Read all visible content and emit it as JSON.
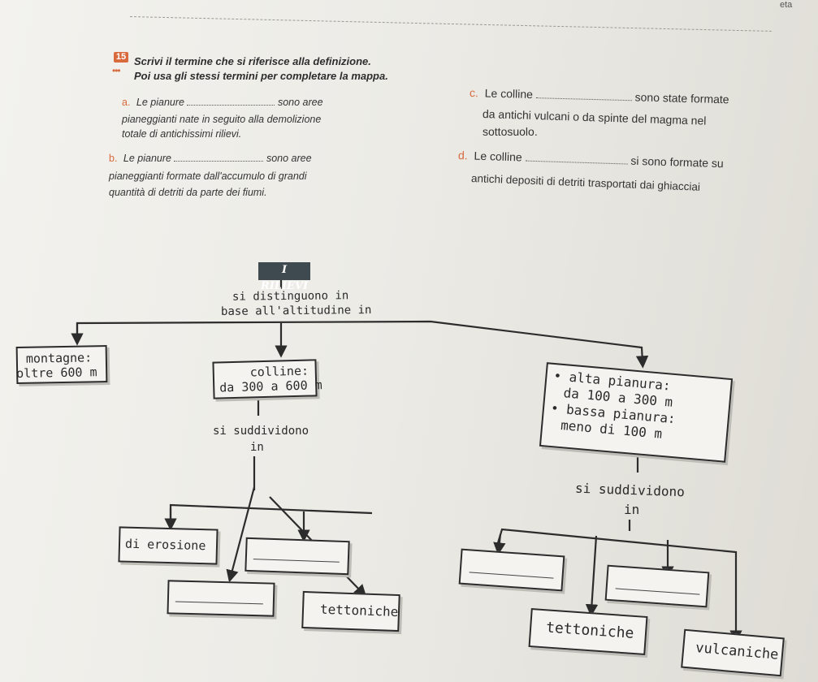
{
  "corner": "eta",
  "exercise": {
    "number": "15",
    "difficulty": "•••",
    "instruction_line1": "Scrivi il termine che si riferisce alla definizione.",
    "instruction_line2": "Poi usa gli stessi termini per completare la mappa."
  },
  "definitions": {
    "a": {
      "letter": "a.",
      "subject": "Le pianure",
      "tail": "sono aree",
      "line2": "pianeggianti nate in seguito alla demolizione",
      "line3": "totale di antichissimi rilievi."
    },
    "b": {
      "letter": "b.",
      "subject": "Le pianure",
      "tail": "sono aree",
      "line2": "pianeggianti formate dall'accumulo di grandi",
      "line3": "quantità di detriti da parte dei fiumi."
    },
    "c": {
      "letter": "c.",
      "subject": "Le colline",
      "tail": "sono state formate",
      "line2": "da antichi vulcani o da spinte del magma nel",
      "line3": "sottosuolo."
    },
    "d": {
      "letter": "d.",
      "subject": "Le colline",
      "tail": "si sono formate su",
      "line2": "antichi depositi di detriti trasportati dai ghiacciai"
    }
  },
  "map": {
    "title": "I RILIEVI",
    "split_line1": "si distinguono in",
    "split_line2": "base all'altitudine in",
    "mountains_line1": "montagne:",
    "mountains_line2": "oltre 600 m",
    "hills_line1": "colline:",
    "hills_line2": "da 300 a 600 m",
    "plain_high_line1": "alta pianura:",
    "plain_high_line2": "da 100 a 300 m",
    "plain_low_line1": "bassa pianura:",
    "plain_low_line2": "meno di 100 m",
    "hills_sub_line1": "si suddividono",
    "hills_sub_line2": "in",
    "plains_sub_line1": "si suddividono",
    "plains_sub_line2": "in",
    "hills_erosion": "di erosione",
    "hills_tectonic": "tettoniche",
    "plains_tectonic": "tettoniche",
    "plains_volcanic": "vulcaniche"
  }
}
